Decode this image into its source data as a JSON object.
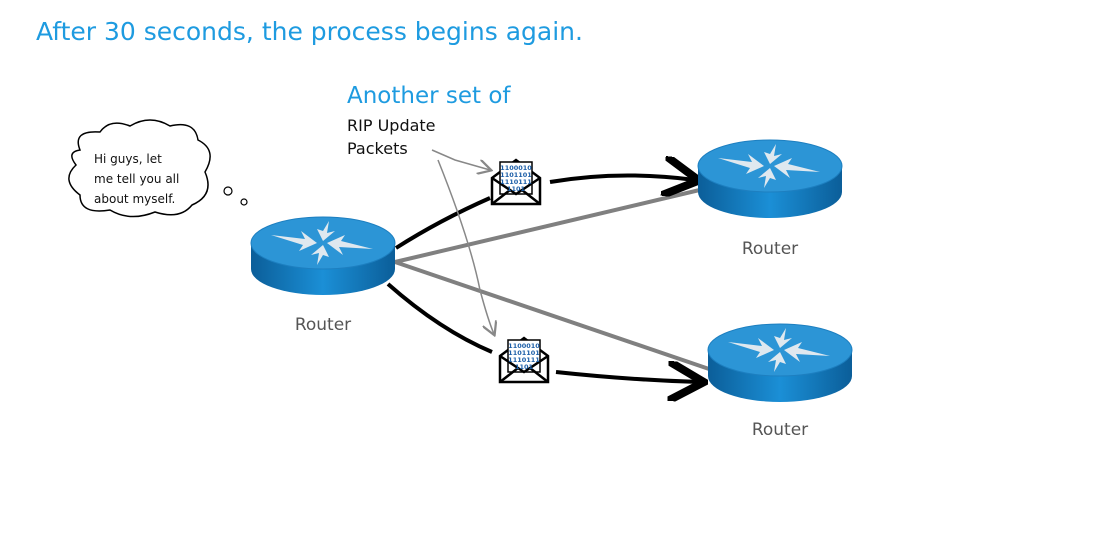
{
  "title": "After 30 seconds, the process begins again.",
  "annotation": {
    "line1": "Another set of",
    "line2": "RIP Update",
    "line3": "Packets"
  },
  "speech": {
    "line1": "Hi guys, let",
    "line2": "me tell you all",
    "line3": "about myself."
  },
  "routers": [
    {
      "label": "Router"
    },
    {
      "label": "Router"
    },
    {
      "label": "Router"
    }
  ],
  "envelope_bits": [
    "1100010",
    "1101101",
    "1110111",
    "1101"
  ],
  "colors": {
    "accent": "#1e9be0",
    "router_top": "#2b8fd0",
    "router_side": "#0f73b8",
    "link": "#808080"
  }
}
